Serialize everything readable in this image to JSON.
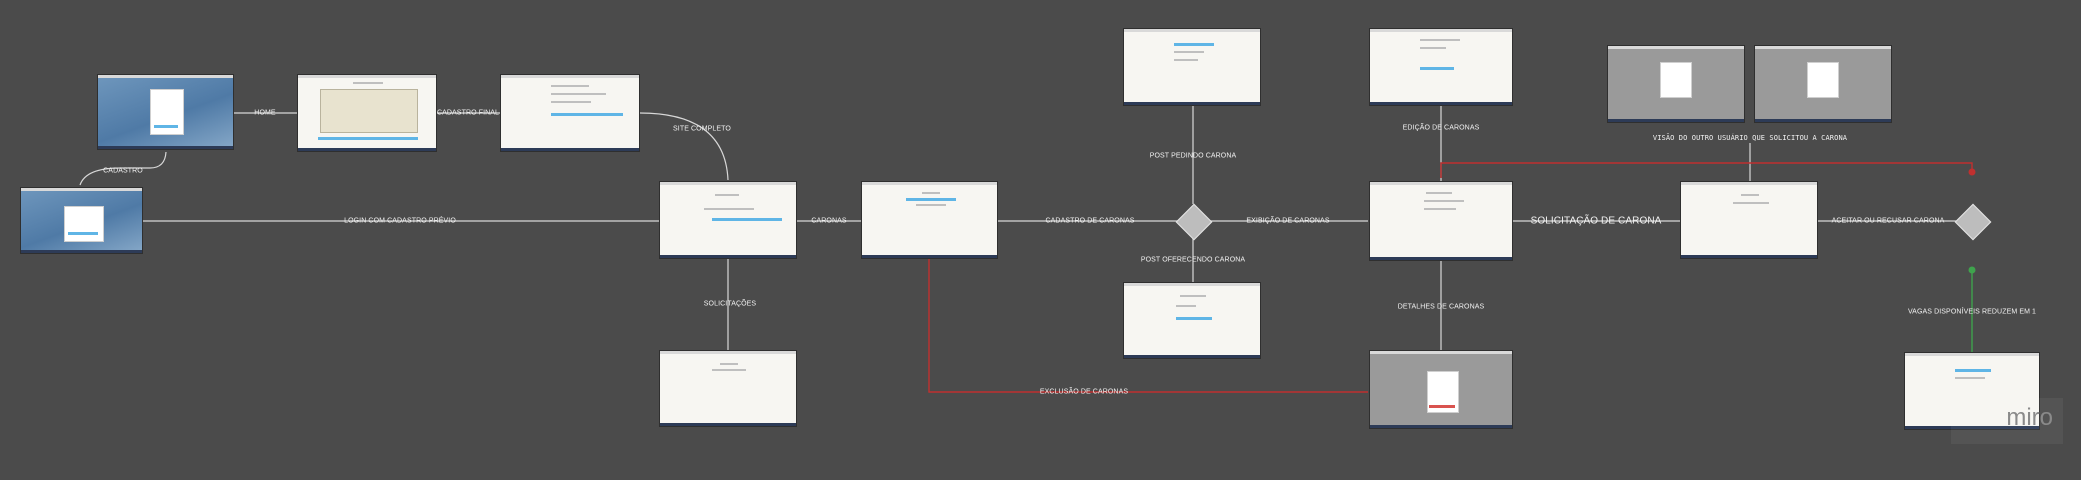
{
  "board": {
    "background": "#4b4b4b",
    "line_color": "#d8d8d8",
    "reject_color": "#c0302f",
    "accept_color": "#3fa34d"
  },
  "labels": {
    "cadastro": "CADASTRO",
    "home": "HOME",
    "cadastro_final": "CADASTRO FINAL",
    "site_completo": "SITE COMPLETO",
    "login": "LOGIN COM CADASTRO PRÉVIO",
    "caronas": "CARONAS",
    "solicitacoes": "SOLICITAÇÕES",
    "cadastro_de_caronas": "CADASTRO DE CARONAS",
    "post_pedindo": "POST PEDINDO CARONA",
    "post_oferecendo": "POST OFERECENDO CARONA",
    "exibicao": "EXIBIÇÃO DE CARONAS",
    "edicao": "EDIÇÃO DE CARONAS",
    "detalhes": "DETALHES DE CARONAS",
    "exclusao": "EXCLUSÃO DE CARONAS",
    "solicitacao": "SOLICITAÇÃO DE CARONA",
    "visao": "VISÃO DO OUTRO USUÁRIO QUE SOLICITOU A CARONA",
    "aceitar": "ACEITAR OU RECUSAR CARONA",
    "vagas": "VAGAS DISPONÍVEIS REDUZEM EM 1"
  },
  "watermark": "miro"
}
